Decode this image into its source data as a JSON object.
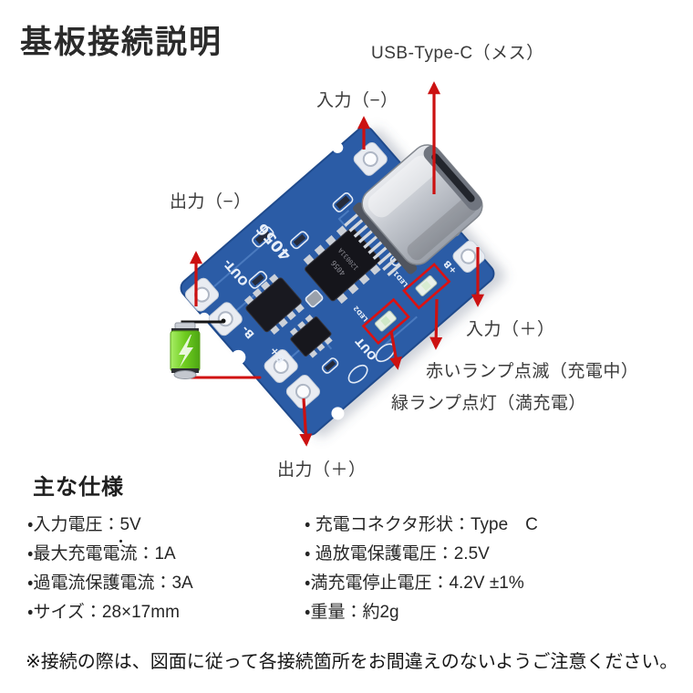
{
  "title": "基板接続説明",
  "diagram": {
    "labels": {
      "usb": "USB-Type-C（メス）",
      "input_minus": "入力（−）",
      "output_minus": "出力（−）",
      "input_plus": "入力（＋）",
      "red_lamp": "赤いランプ点滅（充電中）",
      "green_lamp": "緑ランプ点灯（満充電）",
      "output_plus": "出力（＋）"
    },
    "silkscreen": {
      "model": "4056",
      "out_minus": "OUT-",
      "b_minus": "B-",
      "b_plus": "B+",
      "out_plus": "OUT",
      "in_plus": "+B",
      "led1": "LED1",
      "led2": "LED2",
      "chip_marking": "120031A"
    },
    "colors": {
      "arrow_red": "#cc1111",
      "board_blue": "#2b5ca6",
      "led_outline_red": "#dd1111",
      "battery_green": "#6ecc1f"
    }
  },
  "specs": {
    "heading": "主な仕様",
    "left_items": [
      "・入力電圧：5V",
      "・最大充電電流：1A",
      "・過電流保護電流：3A",
      "・サイズ：28×17mm"
    ],
    "right_items": [
      "・ 充電コネクタ形状：Type　C",
      "・ 過放電保護電圧：2.5V",
      "・満充電停止電圧：4.2V ±1%",
      "・重量：約2g"
    ],
    "stray_mark": "・"
  },
  "footer_note": "※接続の際は、図面に従って各接続箇所をお間違えのないようご注意ください。"
}
